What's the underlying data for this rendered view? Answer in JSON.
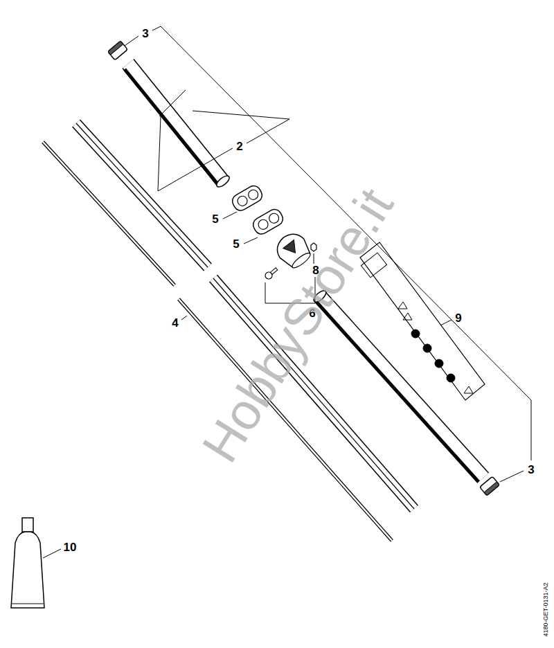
{
  "diagram": {
    "labels": [
      "3",
      "2",
      "5",
      "5",
      "8",
      "6",
      "4",
      "9",
      "3",
      "10",
      "HobbyStore.it",
      "4180-GET-0131-A2"
    ]
  }
}
